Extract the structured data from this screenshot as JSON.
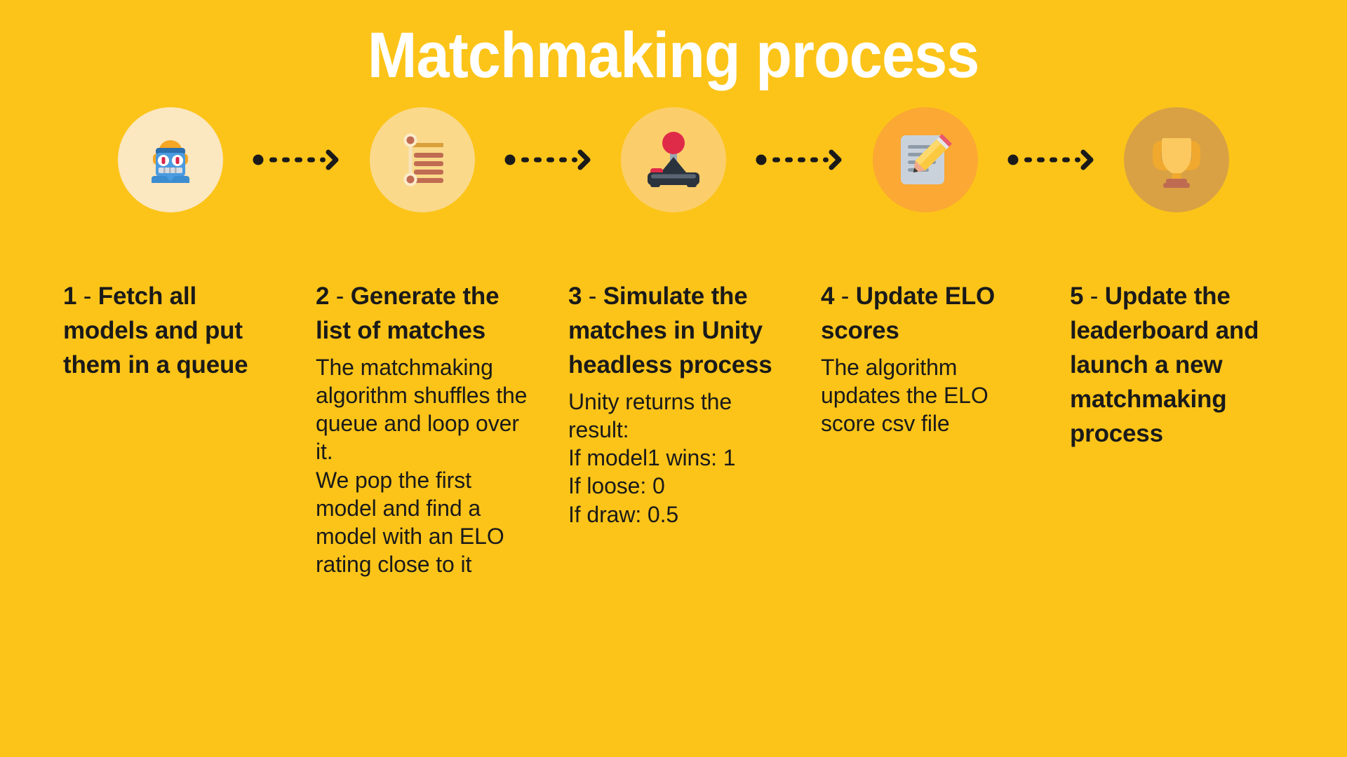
{
  "title": "Matchmaking process",
  "theme": {
    "background": "#FCC419",
    "title_color": "#FFFFFF",
    "text_color": "#1A1A1A",
    "arrow_color": "#1A1A1A"
  },
  "steps": [
    {
      "number": "1",
      "separator": " - ",
      "heading": "Fetch all models and put them in a queue",
      "body": "",
      "icon": "robot-icon",
      "circle_color": "#FBE7C0"
    },
    {
      "number": "2",
      "separator": " - ",
      "heading": "Generate the list of matches",
      "body": "The matchmaking algorithm shuffles the queue and loop over it.\nWe pop the first model and find a model with an ELO rating close to it",
      "icon": "checklist-icon",
      "circle_color": "#FAD98B"
    },
    {
      "number": "3",
      "separator": " - ",
      "heading": "Simulate the matches in Unity headless process",
      "body": "Unity returns the result:\nIf model1 wins: 1\nIf loose: 0\nIf draw: 0.5",
      "icon": "joystick-icon",
      "circle_color": "#FBCE6B"
    },
    {
      "number": "4",
      "separator": " - ",
      "heading": "Update ELO scores",
      "body": "The algorithm updates the ELO score csv file",
      "icon": "document-pencil-icon",
      "circle_color": "#FBA834"
    },
    {
      "number": "5",
      "separator": " - ",
      "heading": "Update the leaderboard and launch a new matchmaking process",
      "body": "",
      "icon": "trophy-icon",
      "circle_color": "#D9A144"
    }
  ],
  "arrows": [
    {
      "label": "arrow-step-1-to-2"
    },
    {
      "label": "arrow-step-2-to-3"
    },
    {
      "label": "arrow-step-3-to-4"
    },
    {
      "label": "arrow-step-4-to-5"
    }
  ]
}
